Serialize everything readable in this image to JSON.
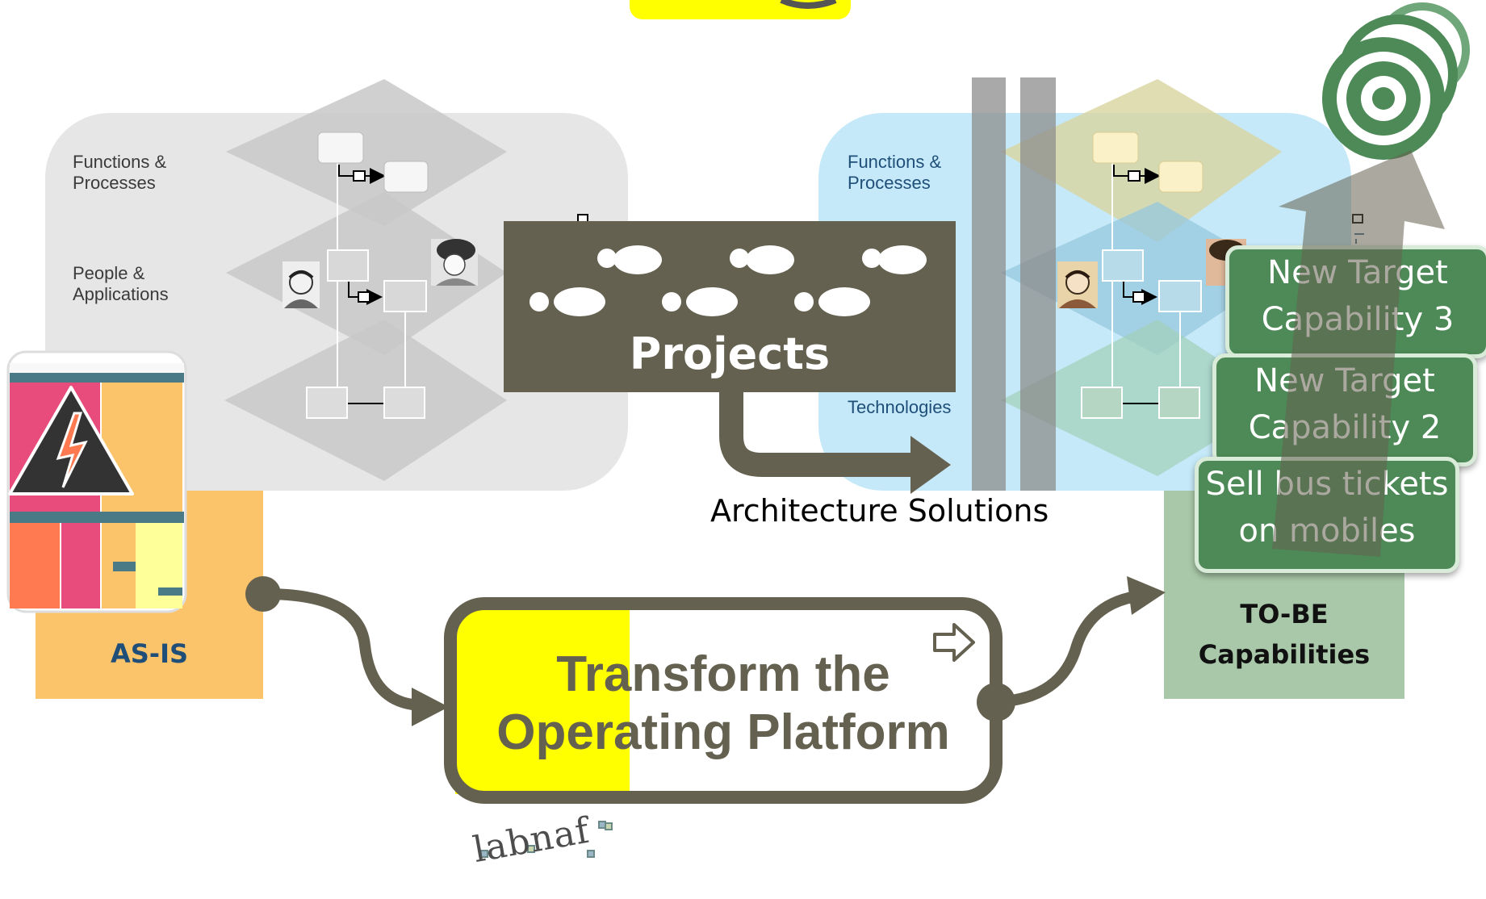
{
  "as_is_panel": {
    "layers": [
      "Functions &\nProcesses",
      "People &\nApplications"
    ]
  },
  "to_be_panel": {
    "layers": [
      "Functions &\nProcesses",
      "Technologies"
    ]
  },
  "projects_label": "Projects",
  "architecture_solutions_label": "Architecture Solutions",
  "as_is_label": "AS-IS",
  "to_be_label": "TO-BE\nCapabilities",
  "transform_label_line1": "Transform the",
  "transform_label_line2": "Operating Platform",
  "target_capabilities": [
    {
      "line1": "New Target",
      "line2": "Capability 3"
    },
    {
      "line1": "New Target",
      "line2": "Capability 2"
    },
    {
      "line1": "Sell bus tickets",
      "line2": "on mobiles"
    }
  ],
  "logo_text": "labnaf",
  "colors": {
    "as_is_orange": "#fcc46a",
    "to_be_green": "#a9c8a9",
    "capability_green": "#4d8a57",
    "highlight_yellow": "#ffff00",
    "projects_brown": "#656150",
    "light_blue_panel": "#c5e9f8",
    "gray_panel": "#e6e6e6"
  }
}
